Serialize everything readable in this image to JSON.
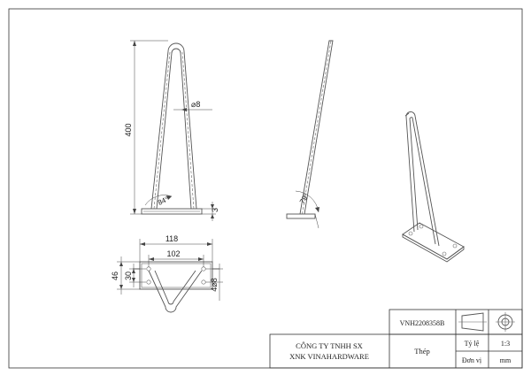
{
  "drawing": {
    "dimensions": {
      "height": "400",
      "diameter_front": "⌀8",
      "angle_front": "84°",
      "plate_thickness": "3",
      "angle_side": "79°",
      "width_outer": "118",
      "width_inner": "102",
      "depth_outer": "46",
      "depth_inner": "30",
      "holes": "4⌀8"
    }
  },
  "title_block": {
    "part_number": "VNH2208358B",
    "company_line1": "CÔNG TY TNHH SX",
    "company_line2": "XNK VINAHARDWARE",
    "material": "Thép",
    "scale_label": "Tỷ lệ",
    "scale_value": "1:3",
    "unit_label": "Đơn vị",
    "unit_value": "mm"
  }
}
